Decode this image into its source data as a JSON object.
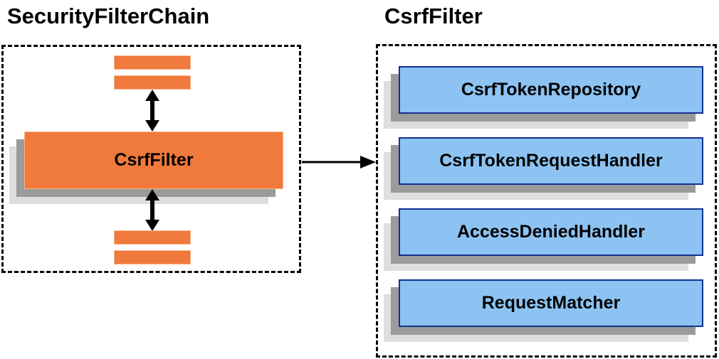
{
  "diagram": {
    "left": {
      "title": "SecurityFilterChain",
      "node_label": "CsrfFilter"
    },
    "right": {
      "title": "CsrfFilter",
      "components": [
        "CsrfTokenRepository",
        "CsrfTokenRequestHandler",
        "AccessDeniedHandler",
        "RequestMatcher"
      ]
    },
    "colors": {
      "orange_fill": "#F0793C",
      "orange_edge": "#F9B68C",
      "blue_fill": "#8CC3F2",
      "blue_border": "#12318F",
      "shadow_dark": "#9B9B9B",
      "shadow_light": "#DEDEDE",
      "line_color": "#000000"
    }
  }
}
